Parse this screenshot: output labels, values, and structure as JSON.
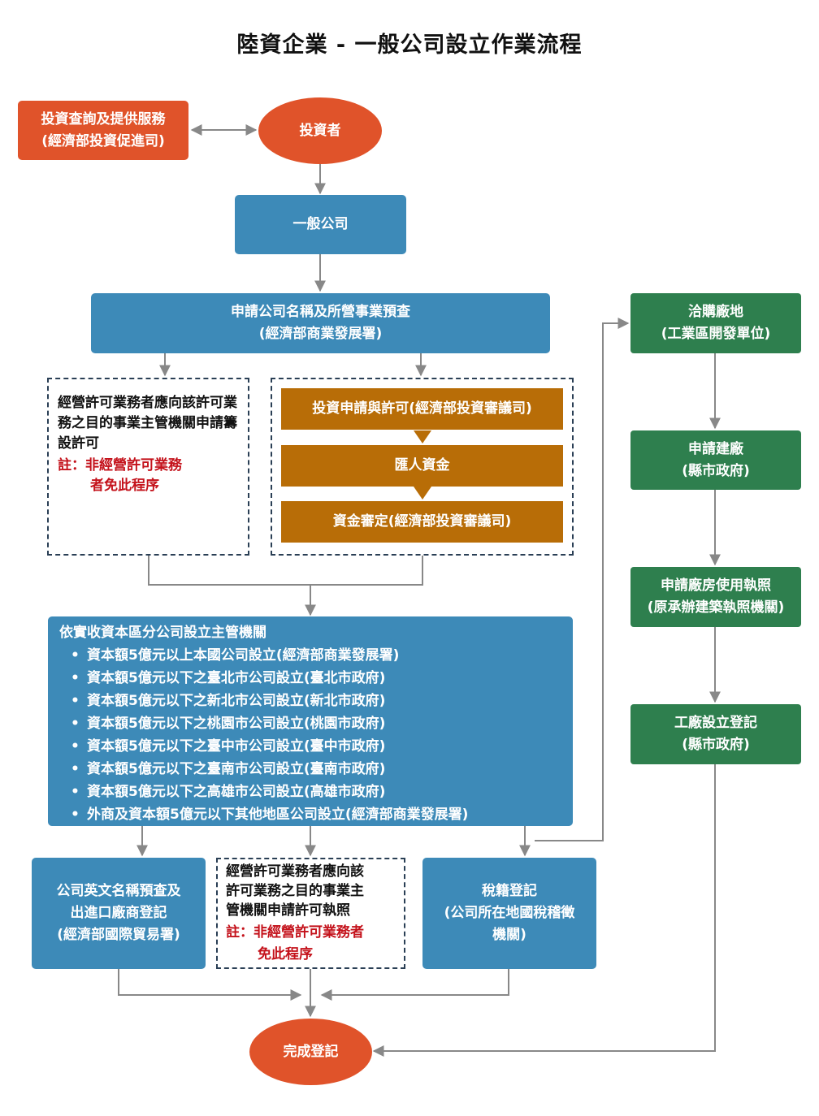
{
  "title": "陸資企業 - 一般公司設立作業流程",
  "colors": {
    "blue": "#3d8ab8",
    "green": "#2e7f4e",
    "orange": "#e0532a",
    "brown": "#b86d07",
    "note_red": "#c4121b",
    "line": "#888888"
  },
  "nodes": {
    "inquiry": {
      "line1": "投資查詢及提供服務",
      "line2": "(經濟部投資促進司)"
    },
    "investor": {
      "label": "投資者"
    },
    "general_company": {
      "label": "一般公司"
    },
    "name_precheck": {
      "line1": "申請公司名稱及所營事業預查",
      "line2": "(經濟部商業發展署)"
    },
    "license_left": {
      "text": "經營許可業務者應向該許可業務之目的事業主管機關申請籌設許可",
      "note_line1": "註：非經營許可業務",
      "note_line2": "者免此程序"
    },
    "invest_permit": {
      "label": "投資申請與許可(經濟部投資審議司)"
    },
    "remit_funds": {
      "label": "匯人資金"
    },
    "fund_verify": {
      "label": "資金審定(經濟部投資審議司)"
    },
    "authority": {
      "heading": "依實收資本區分公司設立主管機關",
      "items": [
        "資本額5億元以上本國公司設立(經濟部商業發展署)",
        "資本額5億元以下之臺北市公司設立(臺北市政府)",
        "資本額5億元以下之新北市公司設立(新北市政府)",
        "資本額5億元以下之桃園市公司設立(桃園市政府)",
        "資本額5億元以下之臺中市公司設立(臺中市政府)",
        "資本額5億元以下之臺南市公司設立(臺南市政府)",
        "資本額5億元以下之高雄市公司設立(高雄市政府)",
        "外商及資本額5億元以下其他地區公司設立(經濟部商業發展署)"
      ]
    },
    "english_name": {
      "line1": "公司英文名稱預查及",
      "line2": "出進口廠商登記",
      "line3": "(經濟部國際貿易署)"
    },
    "license_bottom": {
      "line1": "經營許可業務者應向該",
      "line2": "許可業務之目的事業主",
      "line3": "管機關申請許可執照",
      "note_line1": "註：非經營許可業務者",
      "note_line2": "免此程序"
    },
    "tax": {
      "line1": "稅籍登記",
      "line2": "(公司所在地國稅稽徵",
      "line3": "機關)"
    },
    "land": {
      "line1": "洽購廠地",
      "line2": "(工業區開發單位)"
    },
    "build": {
      "line1": "申請建廠",
      "line2": "(縣市政府)"
    },
    "usage_license": {
      "line1": "申請廠房使用執照",
      "line2": "(原承辦建築執照機關)"
    },
    "factory_reg": {
      "line1": "工廠設立登記",
      "line2": "(縣市政府)"
    },
    "complete": {
      "label": "完成登記"
    }
  }
}
